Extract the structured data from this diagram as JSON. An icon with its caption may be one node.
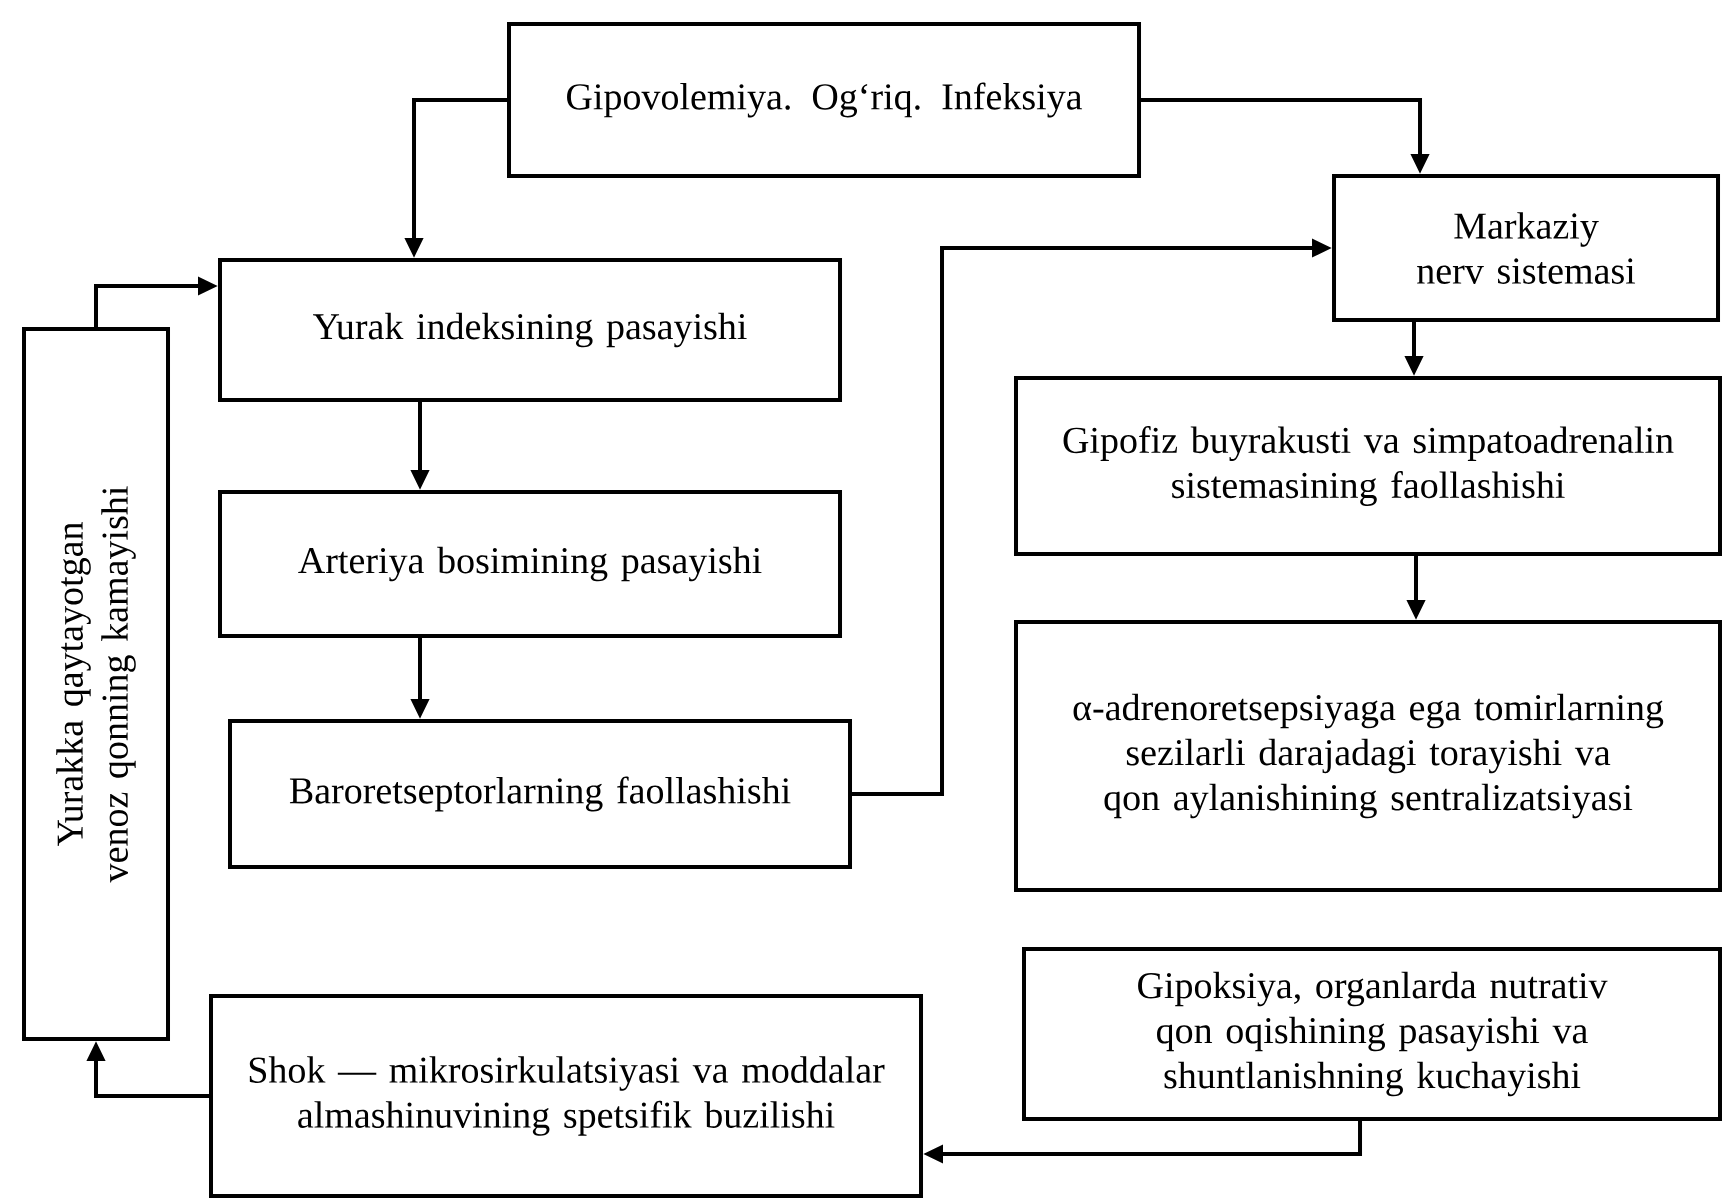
{
  "diagram": {
    "nodes": [
      {
        "text": [
          "Gipovolemiya. Og‘riq. Infeksiya"
        ]
      },
      {
        "text": [
          "Markaziy nerv sistemasi"
        ]
      },
      {
        "text": [
          "Yurak indeksining pasayishi"
        ]
      },
      {
        "text": [
          "Arteriya bosimining pasayishi"
        ]
      },
      {
        "text": [
          "Baroretseptorlarning faollashishi"
        ]
      },
      {
        "text": [
          "Gipofiz buyrakusti va simpatoadrenalin sistemasining faollashishi"
        ]
      },
      {
        "text": [
          "α-adrenoretsepsiyaga ega tomirlarning sezilarli darajadagi torayishi va qon aylanishining sentralizatsiyasi"
        ]
      },
      {
        "text": [
          "Yurakka qaytayotgan venoz qonning kamayishi"
        ]
      },
      {
        "text": [
          "Shok — mikrosirkulatsiyasi va moddalar almashinuvining spetsifik buzilishi"
        ]
      },
      {
        "text": [
          "Gipoksiya, organlarda nutrativ qon oqishining pasayishi va shuntlanishning kuchayishi"
        ]
      }
    ],
    "edges": [
      {
        "from": 0,
        "to": 2,
        "arrow": "to"
      },
      {
        "from": 0,
        "to": 1,
        "arrow": "to"
      },
      {
        "from": 2,
        "to": 3,
        "arrow": "to"
      },
      {
        "from": 3,
        "to": 4,
        "arrow": "to"
      },
      {
        "from": 4,
        "to": 1,
        "arrow": "to"
      },
      {
        "from": 1,
        "to": 5,
        "arrow": "to"
      },
      {
        "from": 5,
        "to": 6,
        "arrow": "to"
      },
      {
        "from": 9,
        "to": 8,
        "arrow": "to"
      },
      {
        "from": 8,
        "to": 7,
        "arrow": "to"
      },
      {
        "from": 7,
        "to": 2,
        "arrow": "to"
      }
    ]
  }
}
